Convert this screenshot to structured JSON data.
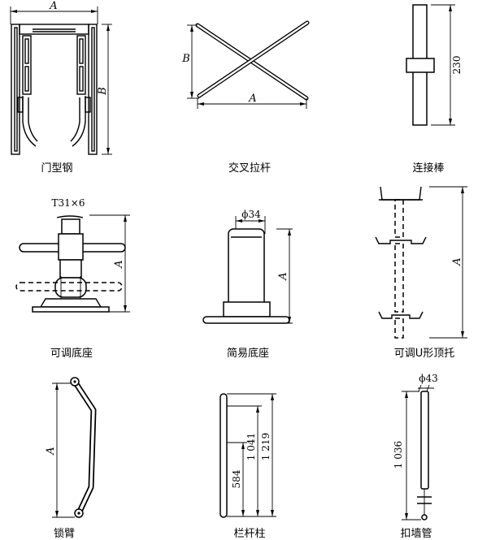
{
  "components": {
    "door_frame": {
      "label": "门型钢",
      "dim_width": "A",
      "dim_height": "B"
    },
    "cross_brace": {
      "label": "交叉拉杆",
      "dim_width": "A",
      "dim_height": "B"
    },
    "connecting_rod": {
      "label": "连接棒",
      "dim_height": "230"
    },
    "adjustable_base": {
      "label": "可调底座",
      "thread_spec": "T31×6",
      "dim_height": "A"
    },
    "simple_base": {
      "label": "简易底座",
      "dim_diameter": "ϕ34",
      "dim_height": "A"
    },
    "u_head_jack": {
      "label": "可调U形顶托",
      "dim_height": "A"
    },
    "lock_arm": {
      "label": "锁臂",
      "dim_height": "A"
    },
    "railing_post": {
      "label": "栏杆柱",
      "dim_1": "584",
      "dim_2": "1 041",
      "dim_3": "1 219"
    },
    "wall_tie": {
      "label": "扣墙管",
      "dim_diameter": "ϕ43",
      "dim_height": "1 036"
    }
  }
}
